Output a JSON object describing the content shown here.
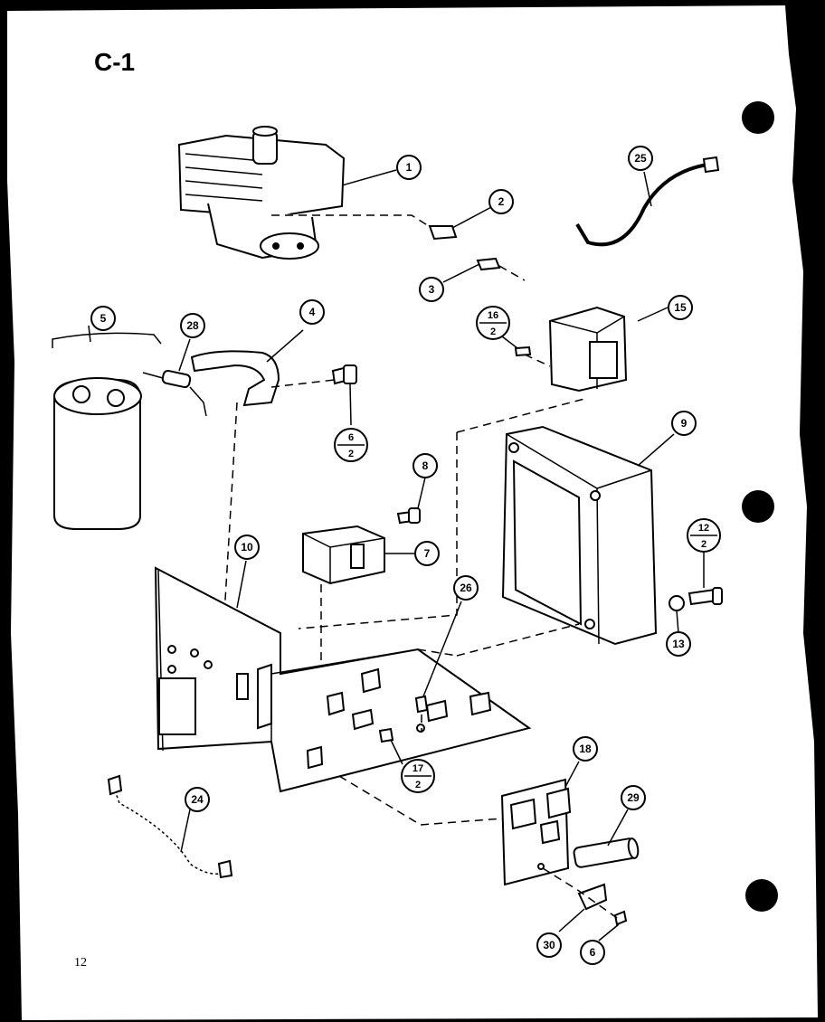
{
  "page": {
    "title": "C-1",
    "page_number": "12",
    "background": "#ffffff",
    "ink": "#000000"
  },
  "callouts": [
    {
      "id": "c1",
      "label": "1"
    },
    {
      "id": "c2",
      "label": "2"
    },
    {
      "id": "c3",
      "label": "3"
    },
    {
      "id": "c25",
      "label": "25"
    },
    {
      "id": "c5",
      "label": "5"
    },
    {
      "id": "c28",
      "label": "28"
    },
    {
      "id": "c4",
      "label": "4"
    },
    {
      "id": "c15",
      "label": "15"
    },
    {
      "id": "c9",
      "label": "9"
    },
    {
      "id": "c8",
      "label": "8"
    },
    {
      "id": "c7",
      "label": "7"
    },
    {
      "id": "c10",
      "label": "10"
    },
    {
      "id": "c26",
      "label": "26"
    },
    {
      "id": "c13",
      "label": "13"
    },
    {
      "id": "c18",
      "label": "18"
    },
    {
      "id": "c29",
      "label": "29"
    },
    {
      "id": "c24",
      "label": "24"
    },
    {
      "id": "c30",
      "label": "30"
    },
    {
      "id": "c6",
      "label": "6"
    }
  ],
  "fraction_callouts": [
    {
      "id": "f16",
      "top": "16",
      "bottom": "2"
    },
    {
      "id": "f6",
      "top": "6",
      "bottom": "2"
    },
    {
      "id": "f12",
      "top": "12",
      "bottom": "2"
    },
    {
      "id": "f17",
      "top": "17",
      "bottom": "2"
    }
  ]
}
